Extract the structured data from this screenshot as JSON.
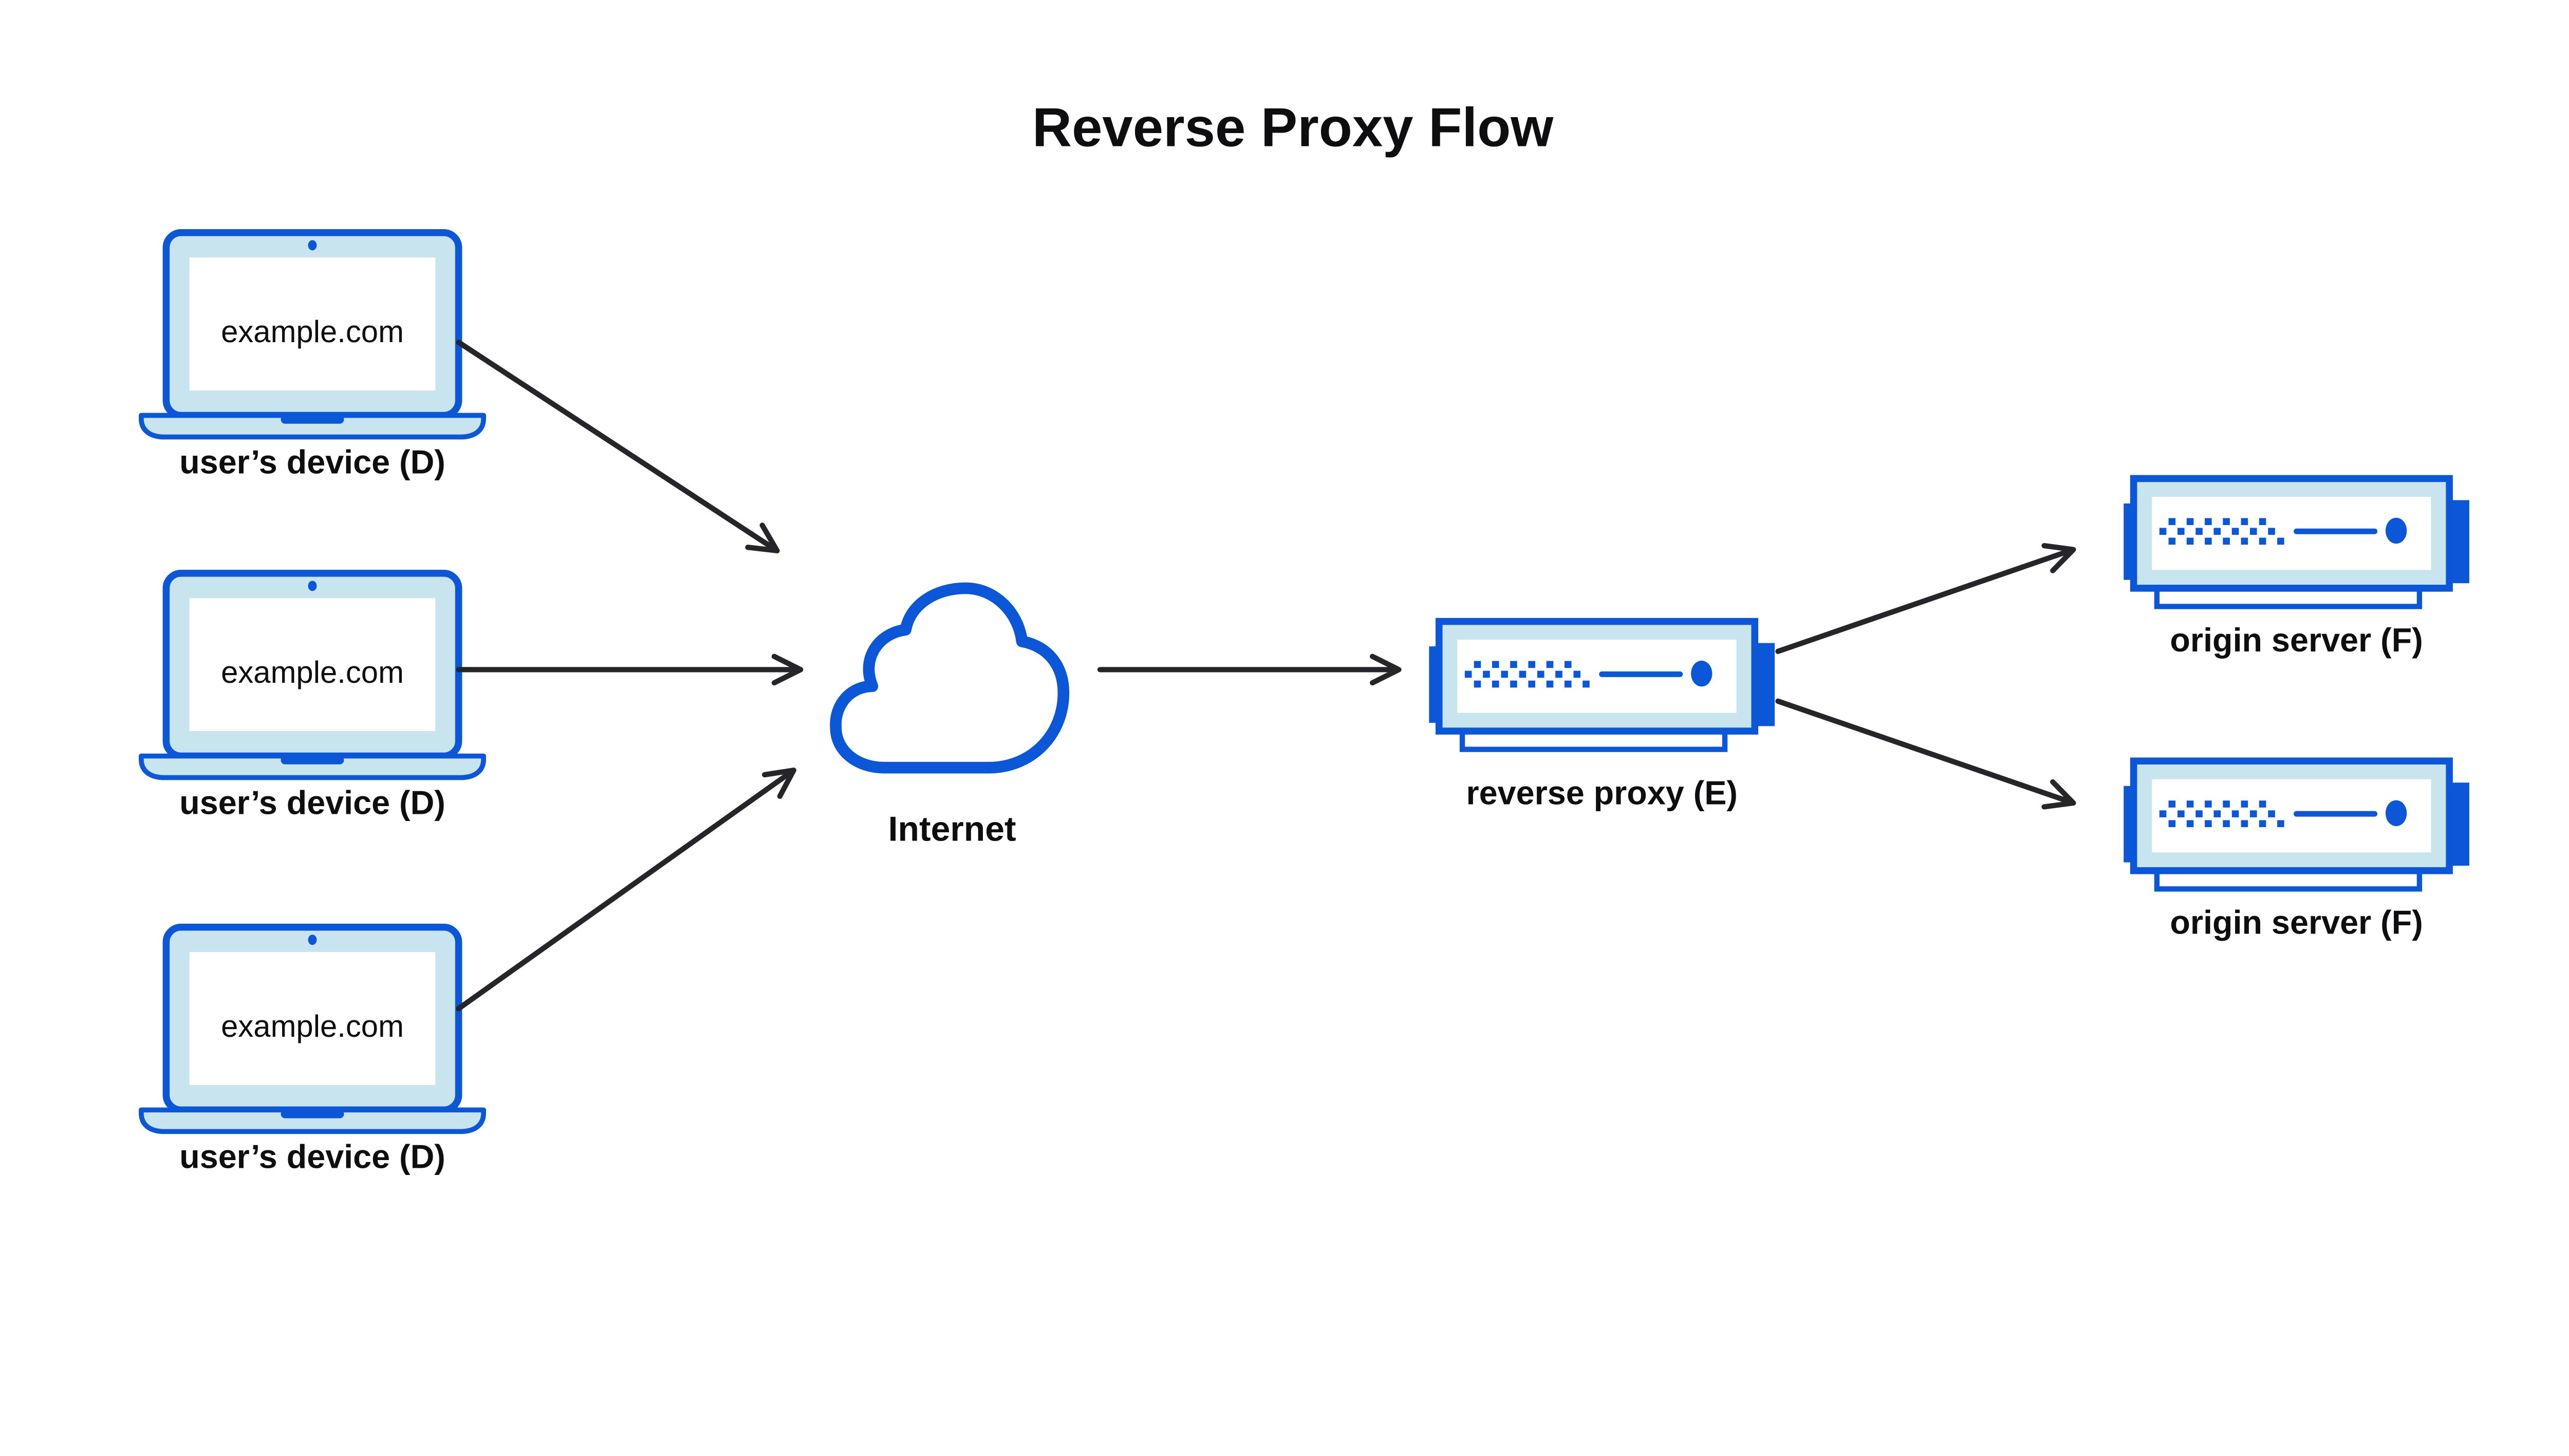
{
  "title": "Reverse Proxy Flow",
  "palette": {
    "diagram_blue": "#0b57d8",
    "light_blue_fill": "#c7e4ef",
    "arrow_color": "#26262a",
    "text_color": "#0e0e10",
    "background": "#ffffff"
  },
  "devices": [
    {
      "icon": "laptop-icon",
      "screen_text": "example.com",
      "caption": "user’s device (D)"
    },
    {
      "icon": "laptop-icon",
      "screen_text": "example.com",
      "caption": "user’s device (D)"
    },
    {
      "icon": "laptop-icon",
      "screen_text": "example.com",
      "caption": "user’s device (D)"
    }
  ],
  "internet": {
    "icon": "cloud-icon",
    "label": "Internet"
  },
  "reverse_proxy": {
    "icon": "server-icon",
    "label": "reverse proxy (E)"
  },
  "origin_servers": [
    {
      "icon": "server-icon",
      "label": "origin server (F)"
    },
    {
      "icon": "server-icon",
      "label": "origin server (F)"
    }
  ],
  "arrows": [
    {
      "from": "user-device-1",
      "to": "internet"
    },
    {
      "from": "user-device-2",
      "to": "internet"
    },
    {
      "from": "user-device-3",
      "to": "internet"
    },
    {
      "from": "internet",
      "to": "reverse-proxy"
    },
    {
      "from": "reverse-proxy",
      "to": "origin-server-1"
    },
    {
      "from": "reverse-proxy",
      "to": "origin-server-2"
    }
  ]
}
